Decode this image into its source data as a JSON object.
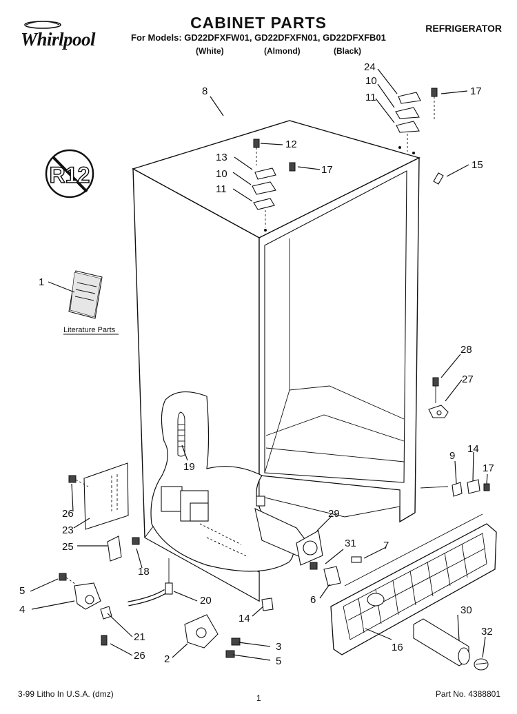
{
  "header": {
    "brand": "Whirlpool",
    "title": "CABINET PARTS",
    "category": "REFRIGERATOR",
    "models_line": "For Models: GD22DFXFW01, GD22DFXFN01, GD22DFXFB01",
    "colors": [
      "(White)",
      "(Almond)",
      "(Black)"
    ]
  },
  "badge": {
    "text": "R12"
  },
  "literature_label": "Literature Parts",
  "callouts": [
    "8",
    "24",
    "10",
    "11",
    "17",
    "12",
    "13",
    "10",
    "17",
    "11",
    "15",
    "1",
    "28",
    "27",
    "19",
    "9",
    "14",
    "17",
    "26",
    "23",
    "29",
    "25",
    "18",
    "31",
    "7",
    "5",
    "4",
    "20",
    "6",
    "14",
    "30",
    "21",
    "32",
    "26",
    "3",
    "2",
    "5",
    "16"
  ],
  "footer": {
    "left": "3-99 Litho In U.S.A. (dmz)",
    "page": "1",
    "part_no": "Part No. 4388801"
  }
}
